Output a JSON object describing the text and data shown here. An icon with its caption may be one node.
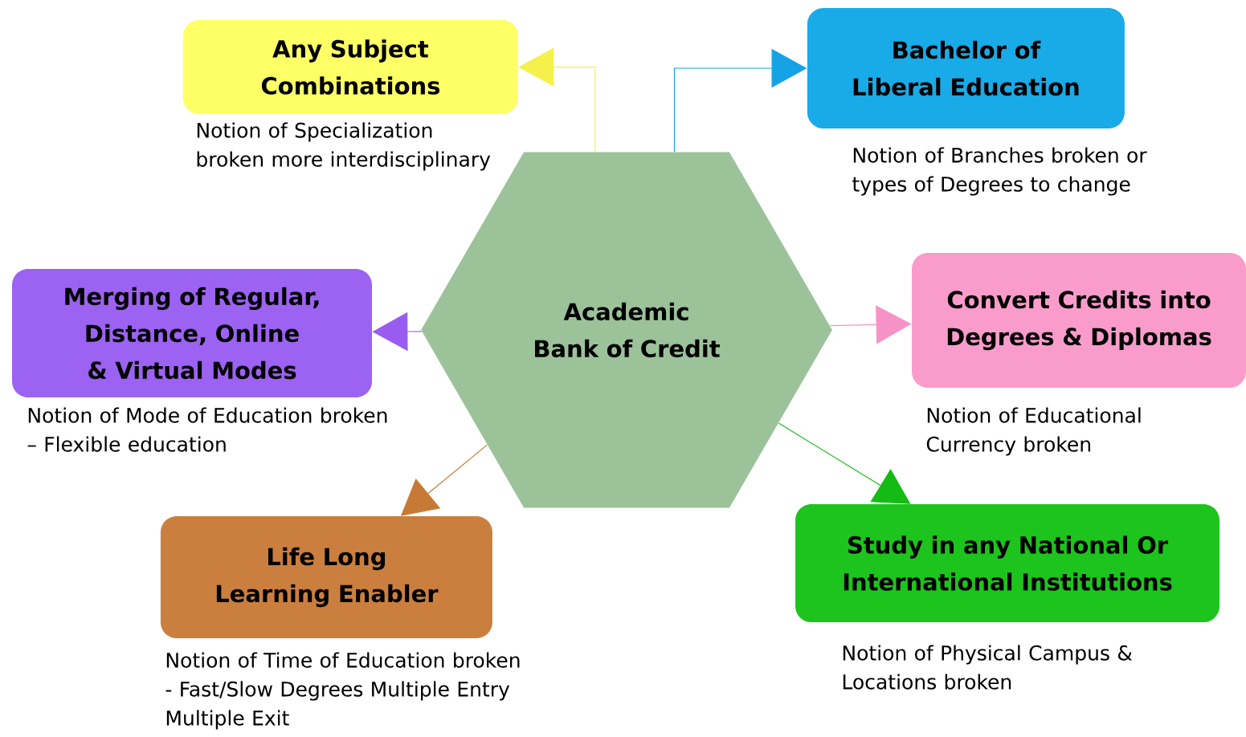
{
  "diagram": {
    "nodes": [
      {
        "text": [
          "Academic Bank of Credit"
        ]
      },
      {
        "text": [
          "Any Subject Combinations"
        ],
        "beside": [
          "Notion of Specialization broken more interdisciplinary"
        ]
      },
      {
        "text": [
          "Bachelor of Liberal Education"
        ],
        "beside": [
          "Notion of Branches broken or types of Degrees to change"
        ]
      },
      {
        "text": [
          "Merging of Regular, Distance, Online & Virtual Modes"
        ],
        "beside": [
          "Notion of Mode of Education broken – Flexible education"
        ]
      },
      {
        "text": [
          "Convert Credits into Degrees & Diplomas"
        ],
        "beside": [
          "Notion of Educational Currency broken"
        ]
      },
      {
        "text": [
          "Life Long Learning Enabler"
        ],
        "beside": [
          "Notion of Time of Education broken - Fast/Slow Degrees Multiple Entry Multiple Exit"
        ]
      },
      {
        "text": [
          "Study in any National Or International Institutions"
        ],
        "beside": [
          "Notion of Physical Campus & Locations broken"
        ]
      }
    ],
    "edges": [
      {
        "from": 0,
        "to": 1,
        "arrow": "to",
        "color": "#f5f04a"
      },
      {
        "from": 0,
        "to": 2,
        "arrow": "to",
        "color": "#16a3e6"
      },
      {
        "from": 0,
        "to": 3,
        "arrow": "to",
        "color": "#9a5cf0"
      },
      {
        "from": 0,
        "to": 4,
        "arrow": "to",
        "color": "#f792c6"
      },
      {
        "from": 0,
        "to": 5,
        "arrow": "to",
        "color": "#c67a35"
      },
      {
        "from": 0,
        "to": 6,
        "arrow": "to",
        "color": "#14bb14"
      }
    ]
  }
}
